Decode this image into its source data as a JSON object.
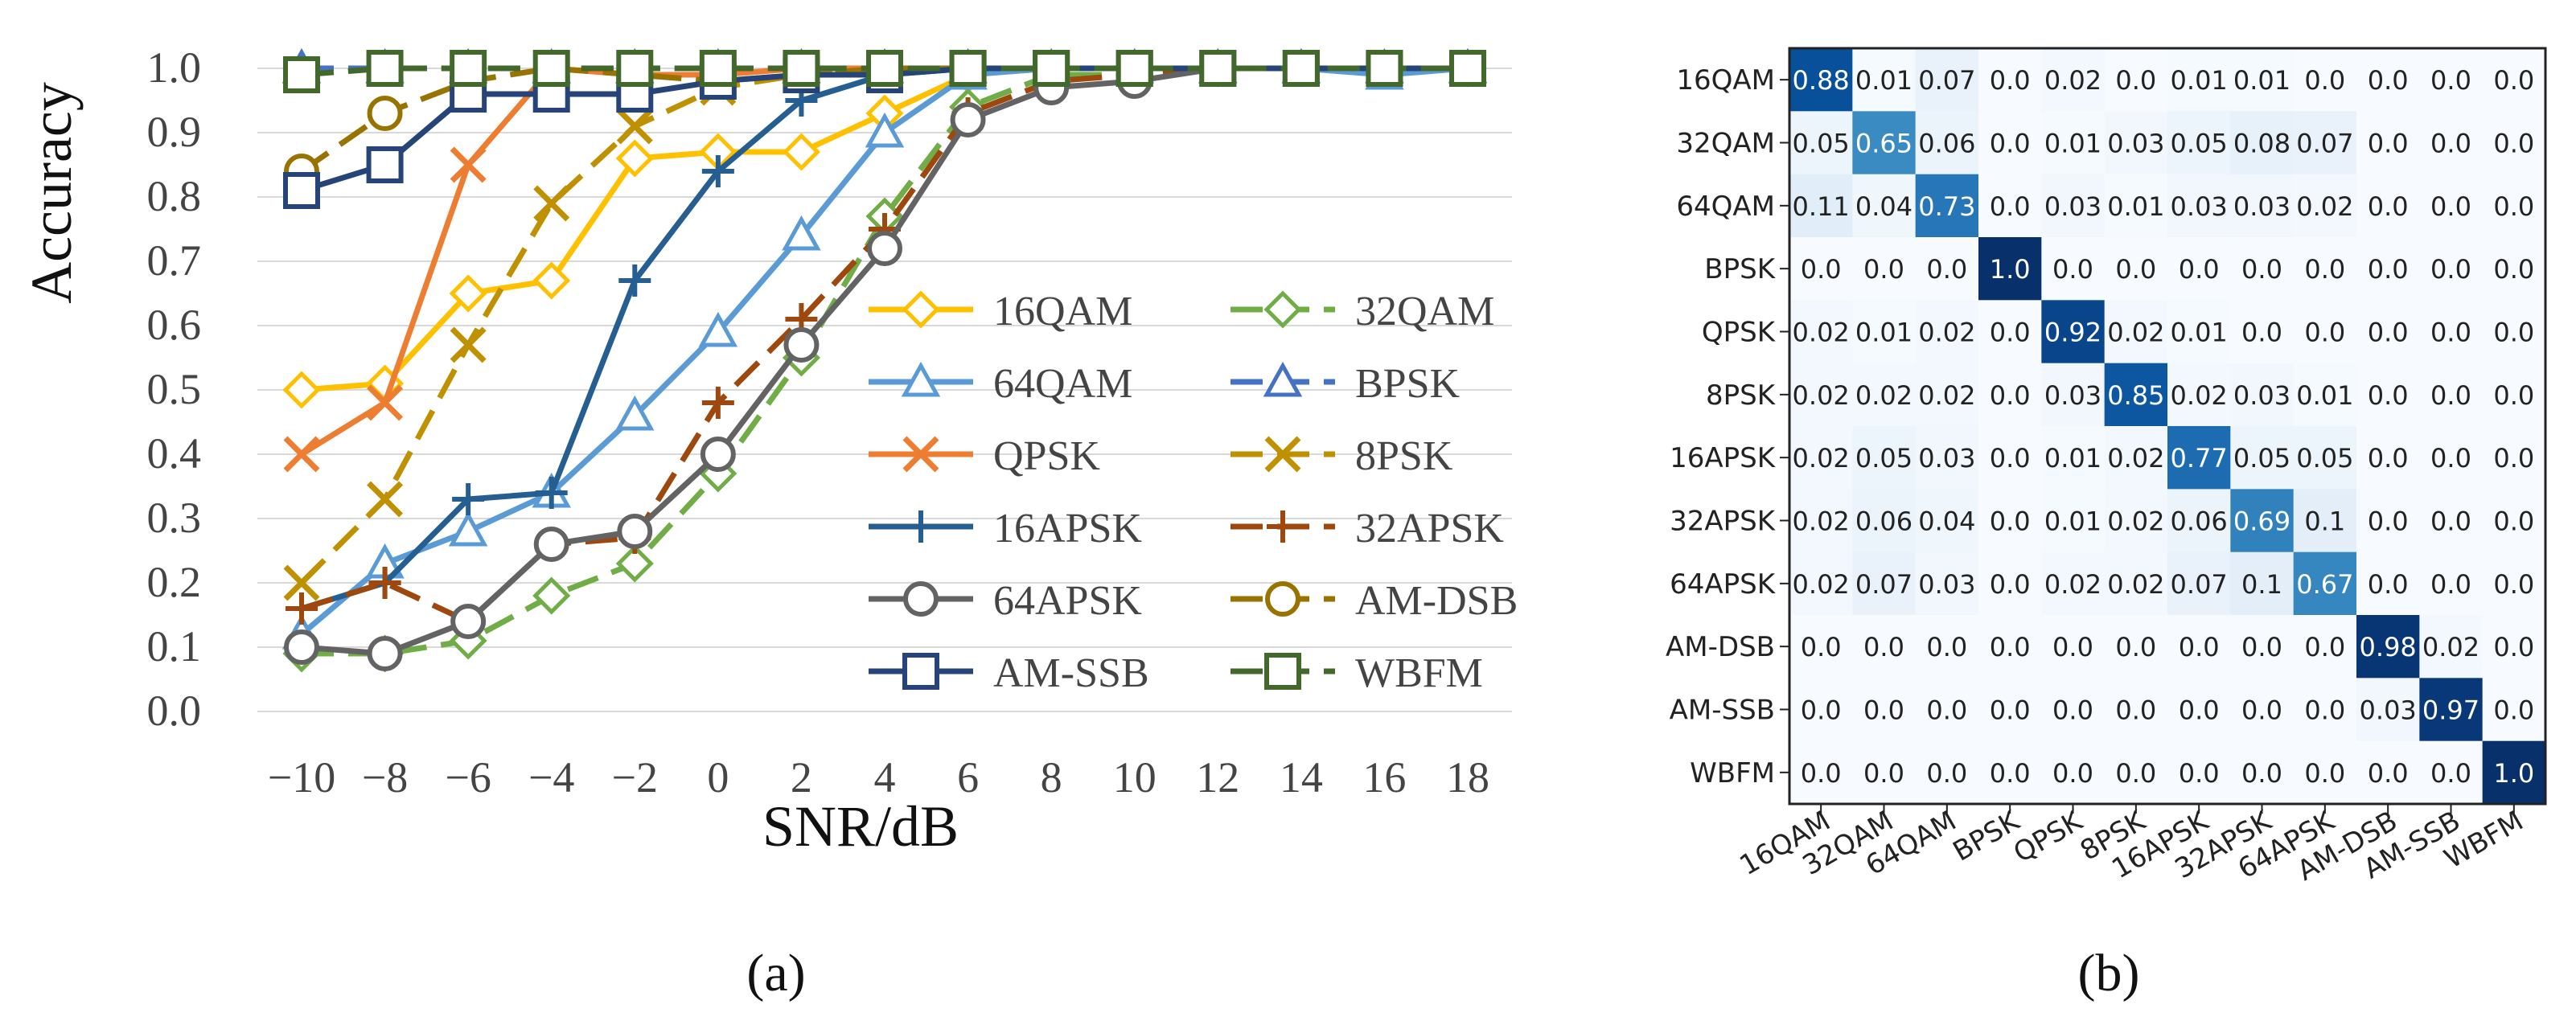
{
  "panels": {
    "a_label": "(a)",
    "b_label": "(b)"
  },
  "chart_data": [
    {
      "type": "line",
      "xlabel": "SNR/dB",
      "ylabel": "Accuracy",
      "x": [
        -10,
        -8,
        -6,
        -4,
        -2,
        0,
        2,
        4,
        6,
        8,
        10,
        12,
        14,
        16,
        18
      ],
      "x_tick_labels": [
        "−10",
        "−8",
        "−6",
        "−4",
        "−2",
        "0",
        "2",
        "4",
        "6",
        "8",
        "10",
        "12",
        "14",
        "16",
        "18"
      ],
      "ylim": [
        0,
        1
      ],
      "y_ticks": [
        "0.0",
        "0.1",
        "0.2",
        "0.3",
        "0.4",
        "0.5",
        "0.6",
        "0.7",
        "0.8",
        "0.9",
        "1.0"
      ],
      "grid": "horizontal",
      "legend_position": "center-right",
      "series": [
        {
          "name": "16QAM",
          "color": "#FFC000",
          "dash": "solid",
          "marker": "diamond",
          "values": [
            0.5,
            0.51,
            0.65,
            0.67,
            0.86,
            0.87,
            0.87,
            0.93,
            0.99,
            1.0,
            1.0,
            1.0,
            1.0,
            1.0,
            1.0
          ]
        },
        {
          "name": "32QAM",
          "color": "#70AD47",
          "dash": "dashed",
          "marker": "diamond",
          "values": [
            0.09,
            0.09,
            0.11,
            0.18,
            0.23,
            0.37,
            0.55,
            0.77,
            0.94,
            0.99,
            0.99,
            1.0,
            1.0,
            1.0,
            1.0
          ]
        },
        {
          "name": "64QAM",
          "color": "#5B9BD5",
          "dash": "solid",
          "marker": "triangle",
          "values": [
            0.12,
            0.23,
            0.28,
            0.34,
            0.46,
            0.59,
            0.74,
            0.9,
            0.99,
            1.0,
            1.0,
            1.0,
            1.0,
            0.99,
            1.0
          ]
        },
        {
          "name": "BPSK",
          "color": "#4472C4",
          "dash": "dashed",
          "marker": "triangle",
          "values": [
            1.0,
            1.0,
            1.0,
            1.0,
            1.0,
            1.0,
            1.0,
            1.0,
            1.0,
            1.0,
            1.0,
            1.0,
            1.0,
            1.0,
            1.0
          ]
        },
        {
          "name": "QPSK",
          "color": "#ED7D31",
          "dash": "solid",
          "marker": "x",
          "values": [
            0.4,
            0.48,
            0.85,
            1.0,
            0.99,
            0.99,
            1.0,
            1.0,
            1.0,
            1.0,
            1.0,
            1.0,
            1.0,
            1.0,
            1.0
          ]
        },
        {
          "name": "8PSK",
          "color": "#BF9000",
          "dash": "dashed",
          "marker": "x",
          "values": [
            0.2,
            0.33,
            0.57,
            0.79,
            0.91,
            0.97,
            0.99,
            1.0,
            1.0,
            1.0,
            1.0,
            1.0,
            1.0,
            1.0,
            1.0
          ]
        },
        {
          "name": "16APSK",
          "color": "#255E91",
          "dash": "solid",
          "marker": "plus",
          "values": [
            0.16,
            0.2,
            0.33,
            0.34,
            0.67,
            0.84,
            0.95,
            0.99,
            1.0,
            1.0,
            1.0,
            1.0,
            1.0,
            1.0,
            1.0
          ]
        },
        {
          "name": "32APSK",
          "color": "#9E480E",
          "dash": "dashed",
          "marker": "plus",
          "values": [
            0.16,
            0.2,
            0.14,
            0.26,
            0.27,
            0.48,
            0.61,
            0.75,
            0.93,
            0.98,
            0.99,
            1.0,
            1.0,
            1.0,
            1.0
          ]
        },
        {
          "name": "64APSK",
          "color": "#636363",
          "dash": "solid",
          "marker": "circle",
          "values": [
            0.1,
            0.09,
            0.14,
            0.26,
            0.28,
            0.4,
            0.57,
            0.72,
            0.92,
            0.97,
            0.98,
            1.0,
            1.0,
            1.0,
            1.0
          ]
        },
        {
          "name": "AM-DSB",
          "color": "#997300",
          "dash": "dashed",
          "marker": "circle",
          "values": [
            0.84,
            0.93,
            0.98,
            1.0,
            0.99,
            0.98,
            0.99,
            1.0,
            1.0,
            1.0,
            1.0,
            1.0,
            1.0,
            1.0,
            1.0
          ]
        },
        {
          "name": "AM-SSB",
          "color": "#264478",
          "dash": "solid",
          "marker": "square",
          "values": [
            0.81,
            0.85,
            0.96,
            0.96,
            0.96,
            0.98,
            0.99,
            0.99,
            1.0,
            1.0,
            1.0,
            1.0,
            1.0,
            1.0,
            1.0
          ]
        },
        {
          "name": "WBFM",
          "color": "#43682B",
          "dash": "dashed",
          "marker": "square",
          "values": [
            0.99,
            1.0,
            1.0,
            1.0,
            1.0,
            1.0,
            1.0,
            1.0,
            1.0,
            1.0,
            1.0,
            1.0,
            1.0,
            1.0,
            1.0
          ]
        }
      ]
    },
    {
      "type": "heatmap",
      "row_labels": [
        "16QAM",
        "32QAM",
        "64QAM",
        "BPSK",
        "QPSK",
        "8PSK",
        "16APSK",
        "32APSK",
        "64APSK",
        "AM-DSB",
        "AM-SSB",
        "WBFM"
      ],
      "col_labels": [
        "16QAM",
        "32QAM",
        "64QAM",
        "BPSK",
        "QPSK",
        "8PSK",
        "16APSK",
        "32APSK",
        "64APSK",
        "AM-DSB",
        "AM-SSB",
        "WBFM"
      ],
      "colormap": "Blues",
      "values": [
        [
          "0.88",
          "0.01",
          "0.07",
          "0.0",
          "0.02",
          "0.0",
          "0.01",
          "0.01",
          "0.0",
          "0.0",
          "0.0",
          "0.0"
        ],
        [
          "0.05",
          "0.65",
          "0.06",
          "0.0",
          "0.01",
          "0.03",
          "0.05",
          "0.08",
          "0.07",
          "0.0",
          "0.0",
          "0.0"
        ],
        [
          "0.11",
          "0.04",
          "0.73",
          "0.0",
          "0.03",
          "0.01",
          "0.03",
          "0.03",
          "0.02",
          "0.0",
          "0.0",
          "0.0"
        ],
        [
          "0.0",
          "0.0",
          "0.0",
          "1.0",
          "0.0",
          "0.0",
          "0.0",
          "0.0",
          "0.0",
          "0.0",
          "0.0",
          "0.0"
        ],
        [
          "0.02",
          "0.01",
          "0.02",
          "0.0",
          "0.92",
          "0.02",
          "0.01",
          "0.0",
          "0.0",
          "0.0",
          "0.0",
          "0.0"
        ],
        [
          "0.02",
          "0.02",
          "0.02",
          "0.0",
          "0.03",
          "0.85",
          "0.02",
          "0.03",
          "0.01",
          "0.0",
          "0.0",
          "0.0"
        ],
        [
          "0.02",
          "0.05",
          "0.03",
          "0.0",
          "0.01",
          "0.02",
          "0.77",
          "0.05",
          "0.05",
          "0.0",
          "0.0",
          "0.0"
        ],
        [
          "0.02",
          "0.06",
          "0.04",
          "0.0",
          "0.01",
          "0.02",
          "0.06",
          "0.69",
          "0.1",
          "0.0",
          "0.0",
          "0.0"
        ],
        [
          "0.02",
          "0.07",
          "0.03",
          "0.0",
          "0.02",
          "0.02",
          "0.07",
          "0.1",
          "0.67",
          "0.0",
          "0.0",
          "0.0"
        ],
        [
          "0.0",
          "0.0",
          "0.0",
          "0.0",
          "0.0",
          "0.0",
          "0.0",
          "0.0",
          "0.0",
          "0.98",
          "0.02",
          "0.0"
        ],
        [
          "0.0",
          "0.0",
          "0.0",
          "0.0",
          "0.0",
          "0.0",
          "0.0",
          "0.0",
          "0.0",
          "0.03",
          "0.97",
          "0.0"
        ],
        [
          "0.0",
          "0.0",
          "0.0",
          "0.0",
          "0.0",
          "0.0",
          "0.0",
          "0.0",
          "0.0",
          "0.0",
          "0.0",
          "1.0"
        ]
      ]
    }
  ]
}
